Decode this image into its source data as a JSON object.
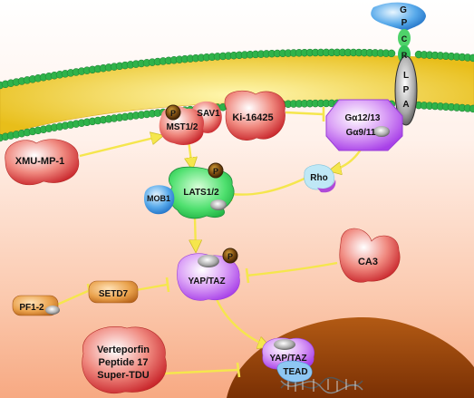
{
  "receptor": {
    "gpcr_letters": [
      "G",
      "P",
      "C",
      "R"
    ],
    "lpa_letters": [
      "L",
      "P",
      "A"
    ]
  },
  "nodes": {
    "xmu_mp_1": "XMU-MP-1",
    "sav1": "SAV1",
    "mst12": "MST1/2",
    "ki16425": "Ki-16425",
    "galpha12_13": "Gα12/13",
    "galpha9_11": "Gα9/11",
    "rho": "Rho",
    "mob1": "MOB1",
    "lats12": "LATS1/2",
    "yap_taz": "YAP/TAZ",
    "ca3": "CA3",
    "pf1_2": "PF1-2",
    "setd7": "SETD7",
    "verteporfin": "Verteporfin",
    "peptide17": "Peptide 17",
    "super_tdu": "Super-TDU",
    "yap_taz_nuclear": "YAP/TAZ",
    "tead": "TEAD"
  },
  "phospho_label": "P",
  "colors": {
    "membrane_head": "#2fb34a",
    "membrane_tail": "#f4d23a",
    "arrow": "#f5e64d",
    "inhibitor_red": "#d93a34",
    "kinase_green": "#2ed35a",
    "yap_purple": "#c879f0",
    "setd7_orange": "#e59a3e",
    "nucleus": "#a84c0a",
    "gpcr_blue": "#6ab3f0"
  }
}
